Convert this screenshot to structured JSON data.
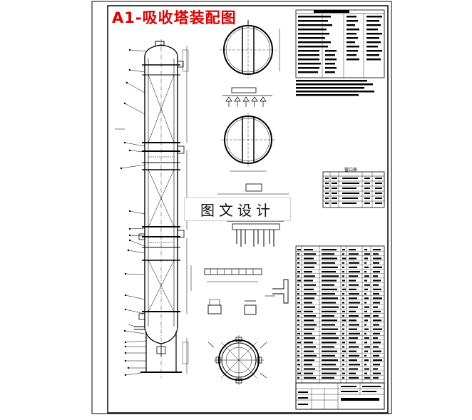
{
  "drawing": {
    "title": "A1-吸收塔装配图",
    "watermark": "图文设计",
    "nozzle_table_title": "管口表"
  },
  "colors": {
    "title": "#e00000",
    "line": "#000000",
    "background": "#ffffff"
  }
}
